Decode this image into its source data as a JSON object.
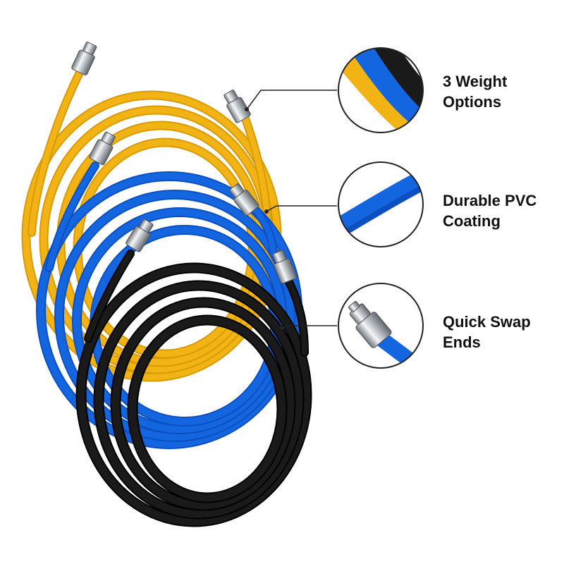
{
  "colors": {
    "yellow": "#F2B414",
    "yellow_shade": "#D99A06",
    "blue": "#1466E0",
    "blue_shade": "#0B4FC0",
    "black": "#1A1A1A",
    "black_shade": "#000000",
    "metal": "#B9BEC4",
    "callout_line": "#222222",
    "text": "#111111"
  },
  "features": [
    {
      "line1": "3 Weight",
      "line2": "Options",
      "icon": "three-color-cables-detail-icon"
    },
    {
      "line1": "Durable PVC",
      "line2": "Coating",
      "icon": "blue-cable-detail-icon"
    },
    {
      "line1": "Quick Swap",
      "line2": "Ends",
      "icon": "metal-connector-detail-icon"
    }
  ]
}
